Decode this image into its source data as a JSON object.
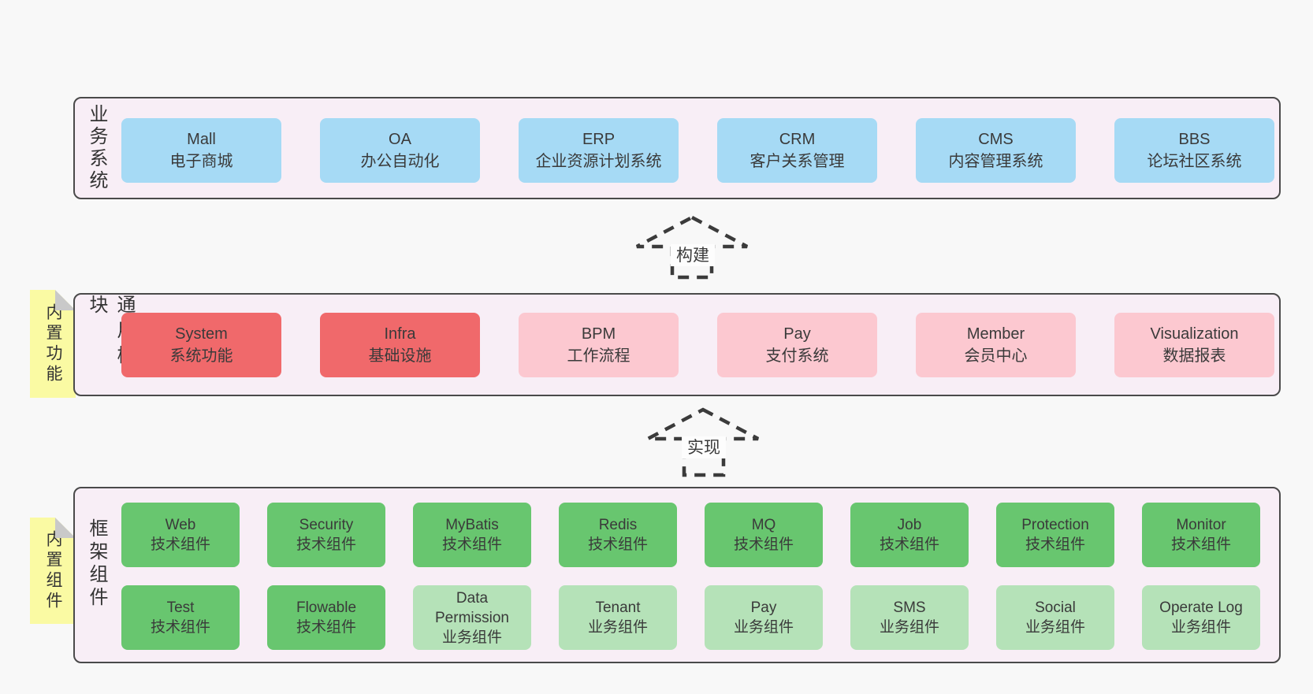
{
  "colors": {
    "page_bg": "#f8f8f8",
    "panel_bg": "#f8eef6",
    "panel_border": "#4a4a4a",
    "blue_box": "#a6daf5",
    "red_box": "#f0696b",
    "pink_box": "#fcc8d0",
    "green_box": "#68c66f",
    "light_green_box": "#b5e2b8",
    "note_yellow": "#fafaa3",
    "note_fold": "#c9c9c9",
    "text": "#3a3a3a",
    "arrow_stroke": "#3b3b3b"
  },
  "top_section": {
    "label": "业务系统",
    "items": [
      {
        "name": "Mall",
        "desc": "电子商城",
        "variant": "blue"
      },
      {
        "name": "OA",
        "desc": "办公自动化",
        "variant": "blue"
      },
      {
        "name": "ERP",
        "desc": "企业资源计划系统",
        "variant": "blue"
      },
      {
        "name": "CRM",
        "desc": "客户关系管理",
        "variant": "blue"
      },
      {
        "name": "CMS",
        "desc": "内容管理系统",
        "variant": "blue"
      },
      {
        "name": "BBS",
        "desc": "论坛社区系统",
        "variant": "blue"
      }
    ]
  },
  "arrows": {
    "build": {
      "label": "构建"
    },
    "implement": {
      "label": "实现"
    }
  },
  "middle_section": {
    "label": "通用模块",
    "note": "内置功能",
    "items": [
      {
        "name": "System",
        "desc": "系统功能",
        "variant": "red"
      },
      {
        "name": "Infra",
        "desc": "基础设施",
        "variant": "red"
      },
      {
        "name": "BPM",
        "desc": "工作流程",
        "variant": "pink"
      },
      {
        "name": "Pay",
        "desc": "支付系统",
        "variant": "pink"
      },
      {
        "name": "Member",
        "desc": "会员中心",
        "variant": "pink"
      },
      {
        "name": "Visualization",
        "desc": "数据报表",
        "variant": "pink"
      }
    ]
  },
  "bottom_section": {
    "label": "框架组件",
    "note": "内置组件",
    "row1": [
      {
        "name": "Web",
        "desc": "技术组件",
        "variant": "green"
      },
      {
        "name": "Security",
        "desc": "技术组件",
        "variant": "green"
      },
      {
        "name": "MyBatis",
        "desc": "技术组件",
        "variant": "green"
      },
      {
        "name": "Redis",
        "desc": "技术组件",
        "variant": "green"
      },
      {
        "name": "MQ",
        "desc": "技术组件",
        "variant": "green"
      },
      {
        "name": "Job",
        "desc": "技术组件",
        "variant": "green"
      },
      {
        "name": "Protection",
        "desc": "技术组件",
        "variant": "green"
      },
      {
        "name": "Monitor",
        "desc": "技术组件",
        "variant": "green"
      }
    ],
    "row2": [
      {
        "name": "Test",
        "desc": "技术组件",
        "variant": "green"
      },
      {
        "name": "Flowable",
        "desc": "技术组件",
        "variant": "green"
      },
      {
        "name": "Data Permission",
        "desc": "业务组件",
        "variant": "lightgreen"
      },
      {
        "name": "Tenant",
        "desc": "业务组件",
        "variant": "lightgreen"
      },
      {
        "name": "Pay",
        "desc": "业务组件",
        "variant": "lightgreen"
      },
      {
        "name": "SMS",
        "desc": "业务组件",
        "variant": "lightgreen"
      },
      {
        "name": "Social",
        "desc": "业务组件",
        "variant": "lightgreen"
      },
      {
        "name": "Operate Log",
        "desc": "业务组件",
        "variant": "lightgreen"
      }
    ]
  }
}
